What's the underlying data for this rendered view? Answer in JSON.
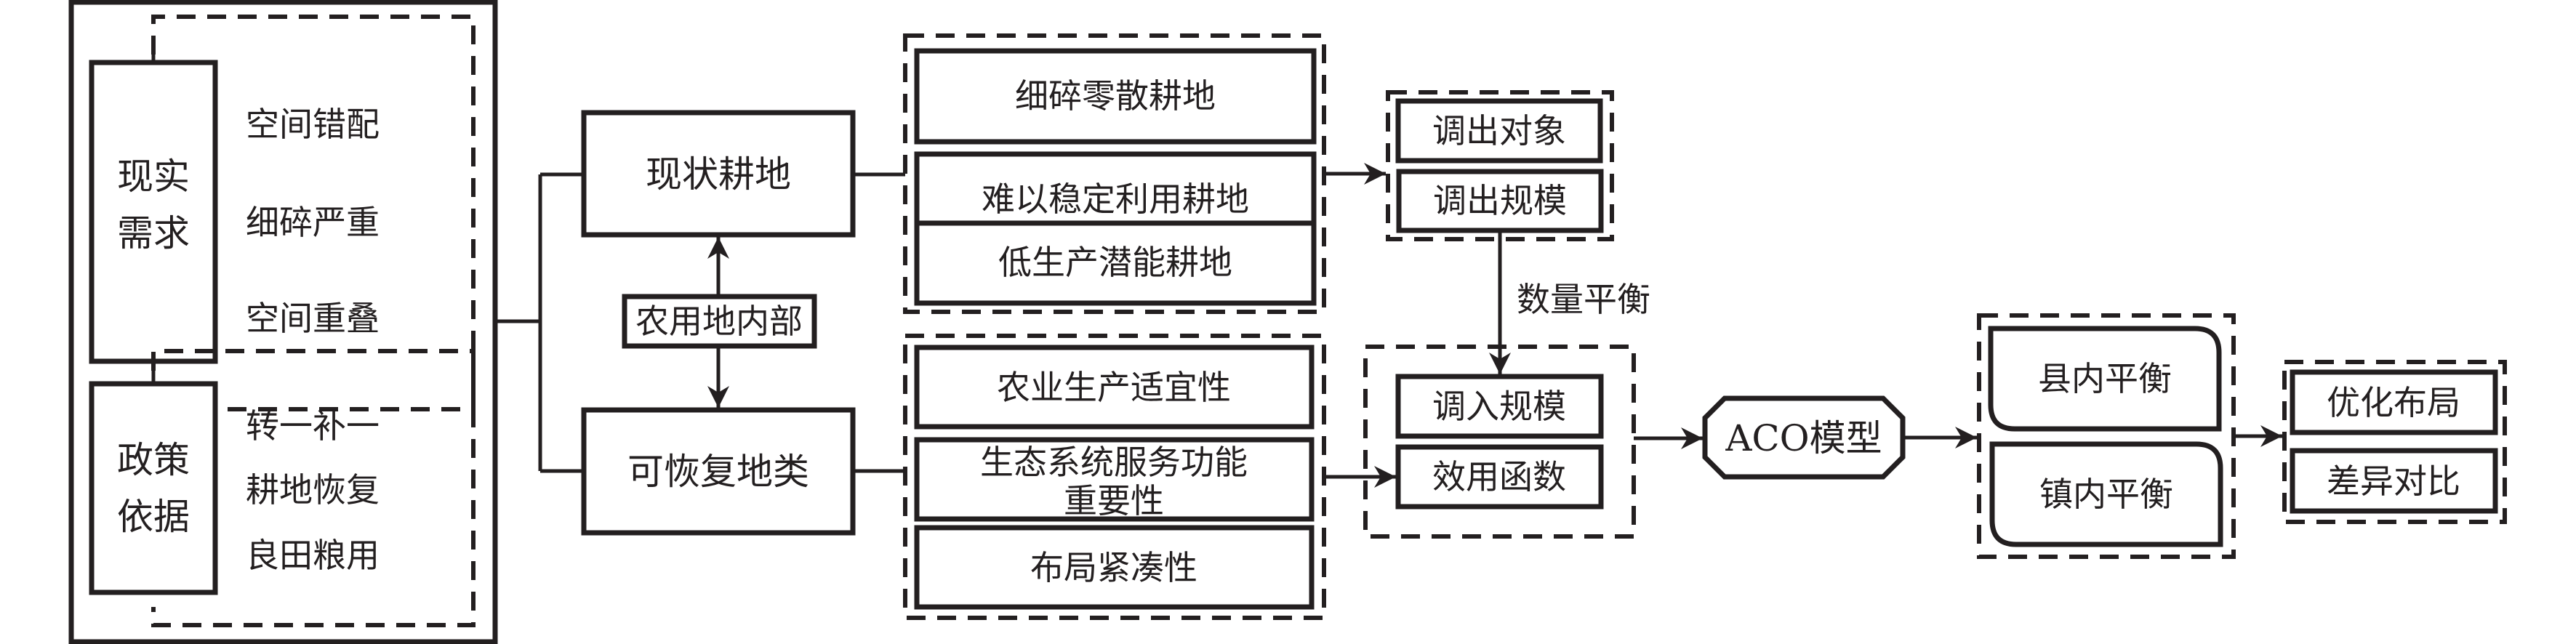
{
  "diagram": {
    "inputs": {
      "reality_need": {
        "label": "现实\n需求",
        "line1": "现实",
        "line2": "需求",
        "items": [
          "空间错配",
          "细碎严重",
          "空间重叠"
        ]
      },
      "policy_basis": {
        "label": "政策\n依据",
        "line1": "政策",
        "line2": "依据",
        "items": [
          "转一补一",
          "耕地恢复",
          "良田粮用"
        ]
      }
    },
    "land_types": {
      "current_cropland": "现状耕地",
      "internal_link": "农用地内部",
      "restorable_land": "可恢复地类"
    },
    "current_cropland_criteria": [
      "细碎零散耕地",
      "难以稳定利用耕地",
      "低生产潜能耕地"
    ],
    "restorable_land_criteria": [
      "农业生产适宜性",
      "生态系统服务功能",
      "重要性",
      "布局紧凑性"
    ],
    "restorable_land_criteria_full": [
      "农业生产适宜性",
      "生态系统服务功能重要性",
      "布局紧凑性"
    ],
    "transfer_out": [
      "调出对象",
      "调出规模"
    ],
    "quantity_balance_label": "数量平衡",
    "transfer_in": [
      "调入规模",
      "效用函数"
    ],
    "model": "ACO模型",
    "balance_scopes": [
      "县内平衡",
      "镇内平衡"
    ],
    "outputs": [
      "优化布局",
      "差异对比"
    ]
  }
}
